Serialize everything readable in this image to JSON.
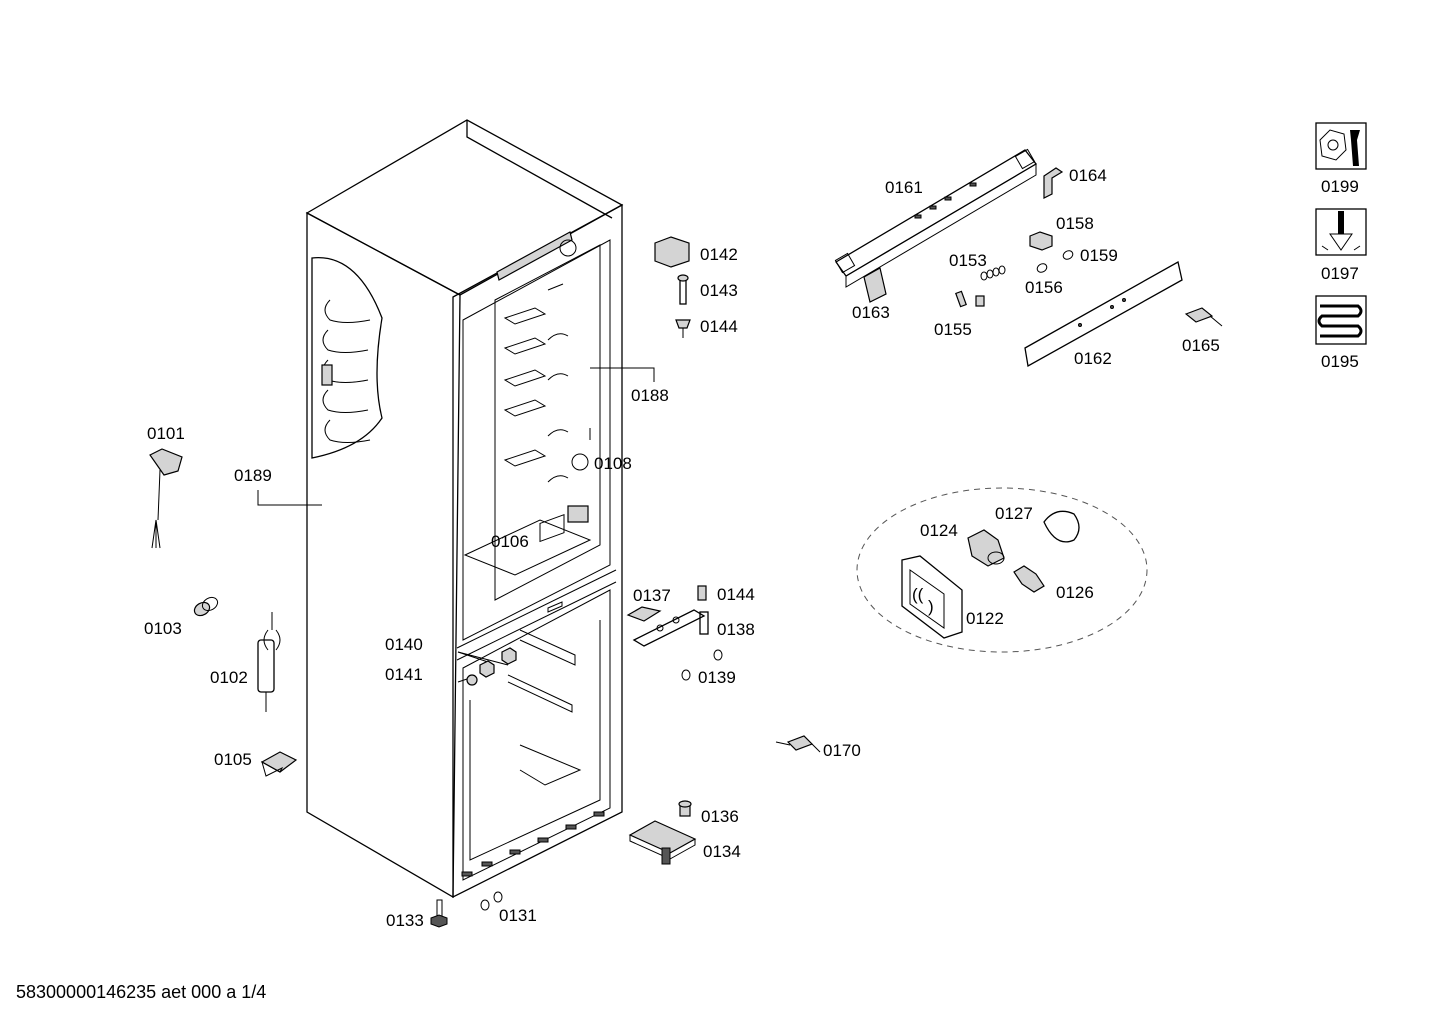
{
  "labels": {
    "p0101": "0101",
    "p0102": "0102",
    "p0103": "0103",
    "p0105": "0105",
    "p0106": "0106",
    "p0108": "0108",
    "p0122": "0122",
    "p0124": "0124",
    "p0126": "0126",
    "p0127": "0127",
    "p0131": "0131",
    "p0133": "0133",
    "p0134": "0134",
    "p0136": "0136",
    "p0137": "0137",
    "p0138": "0138",
    "p0139": "0139",
    "p0140": "0140",
    "p0141": "0141",
    "p0142": "0142",
    "p0143": "0143",
    "p0144a": "0144",
    "p0144b": "0144",
    "p0153": "0153",
    "p0155": "0155",
    "p0156": "0156",
    "p0158": "0158",
    "p0159": "0159",
    "p0161": "0161",
    "p0162": "0162",
    "p0163": "0163",
    "p0164": "0164",
    "p0165": "0165",
    "p0170": "0170",
    "p0188": "0188",
    "p0189": "0189",
    "p0195": "0195",
    "p0197": "0197",
    "p0199": "0199"
  },
  "footer": "58300000146235 aet 000 a 1/4",
  "icons": [
    "wrench-nut-icon",
    "screwdriver-icon",
    "heater-coil-icon"
  ]
}
